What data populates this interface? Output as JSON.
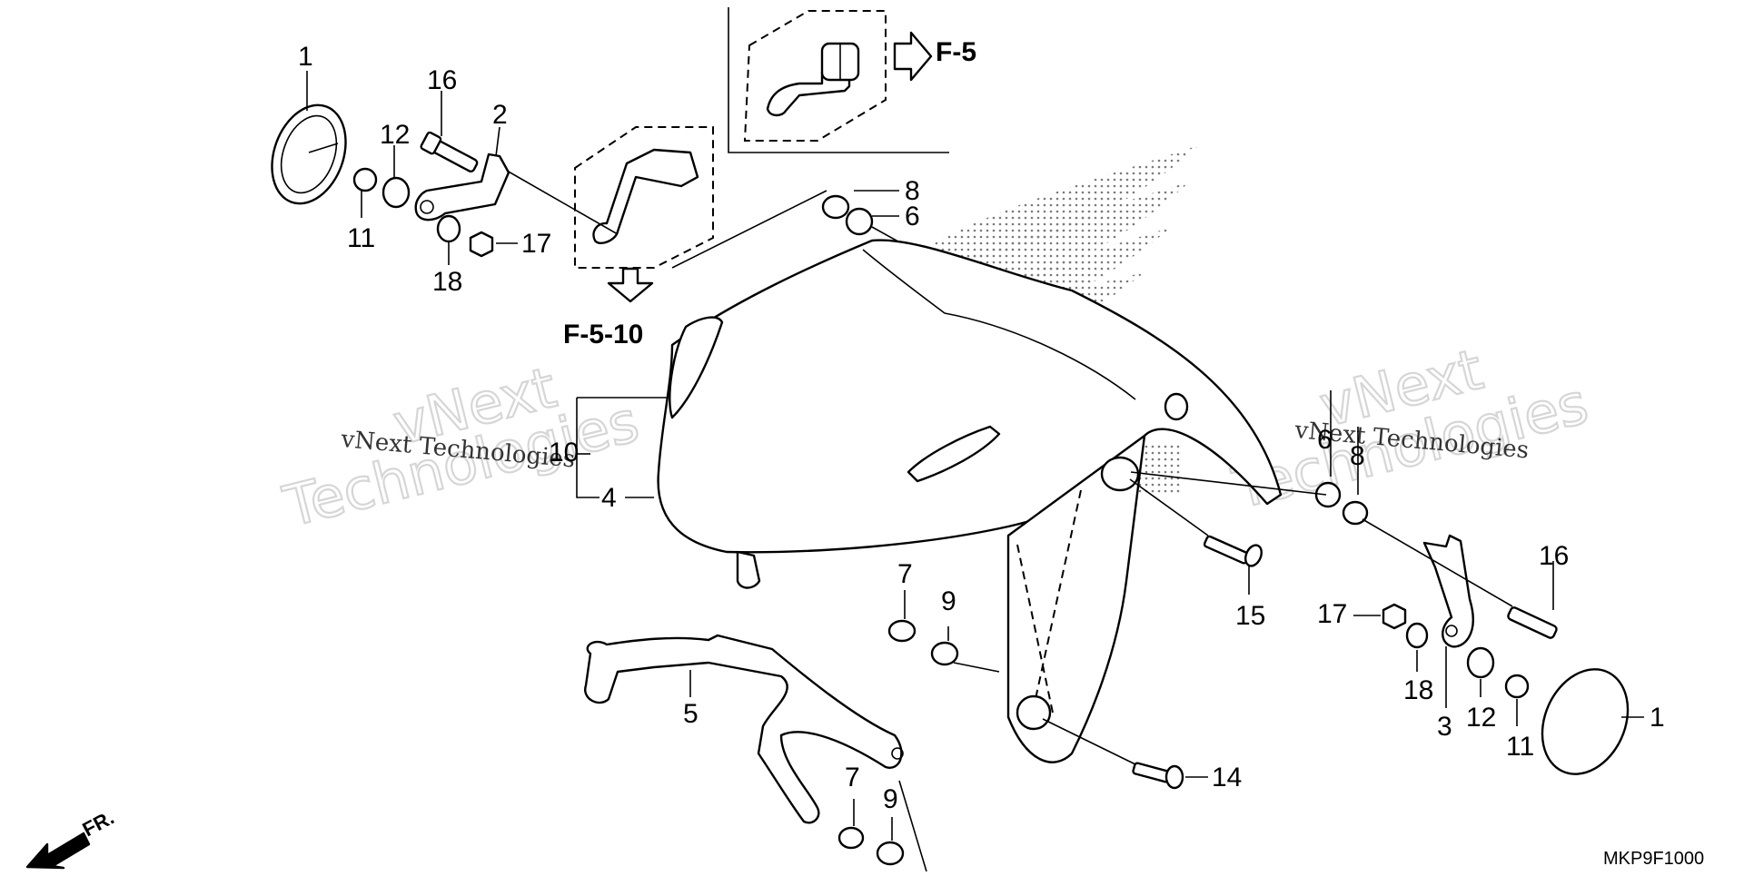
{
  "diagram_code": "MKP9F1000",
  "watermark": {
    "serif_text": "vNext Technologies",
    "outline_line1": "vNext",
    "outline_line2": "Technologies"
  },
  "section_refs": [
    "F-5",
    "F-5-10"
  ],
  "direction_label": "FR.",
  "callouts": {
    "c1_left": "1",
    "c16_left": "16",
    "c2": "2",
    "c12_left": "12",
    "c11_left": "11",
    "c18_left": "18",
    "c17_left": "17",
    "c8_top": "8",
    "c6_top": "6",
    "c10": "10",
    "c4": "4",
    "c6_right": "6",
    "c8_right": "8",
    "c15": "15",
    "c16_right": "16",
    "c17_right": "17",
    "c7_mid": "7",
    "c9_mid": "9",
    "c5": "5",
    "c18_right": "18",
    "c3": "3",
    "c12_right": "12",
    "c11_right": "11",
    "c1_right": "1",
    "c14": "14",
    "c7_low": "7",
    "c9_low": "9"
  }
}
